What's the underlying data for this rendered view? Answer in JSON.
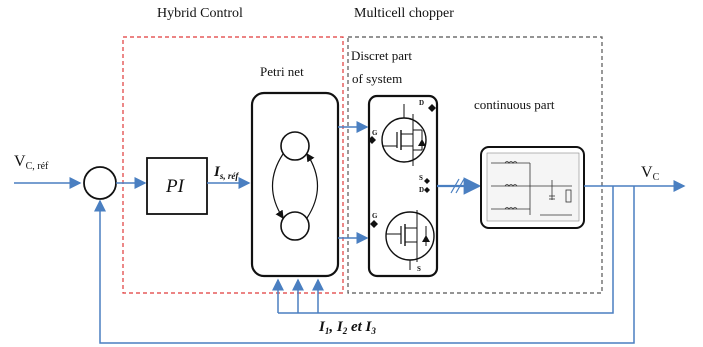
{
  "labels": {
    "hybrid_control": "Hybrid Control",
    "multicell_chopper": "Multicell chopper",
    "petri_net": "Petri net",
    "discret_part_line1": "Discret part",
    "discret_part_line2": "of system",
    "continuous_part": "continuous part",
    "pi": "PI",
    "vc_ref": {
      "main": "V",
      "sub": "C, réf"
    },
    "is_ref": {
      "main": "I",
      "sub": "s, réf"
    },
    "vc_out": {
      "main": "V",
      "sub": "C"
    },
    "currents": {
      "i1": "I",
      "i1_sub": "1",
      "sep1": ", ",
      "i2": "I",
      "i2_sub": "2",
      "et": " et ",
      "i3": "I",
      "i3_sub": "3"
    },
    "switch_top_d": "D",
    "switch_top_g": "G",
    "switch_top_s": "S",
    "switch_bottom_d": "D",
    "switch_bottom_g": "G",
    "switch_bottom_s": "S"
  },
  "colors": {
    "signal_line": "#4a7fc1",
    "hybrid_border": "#e03a3a",
    "chopper_border": "#555555",
    "block_border": "#111111"
  }
}
